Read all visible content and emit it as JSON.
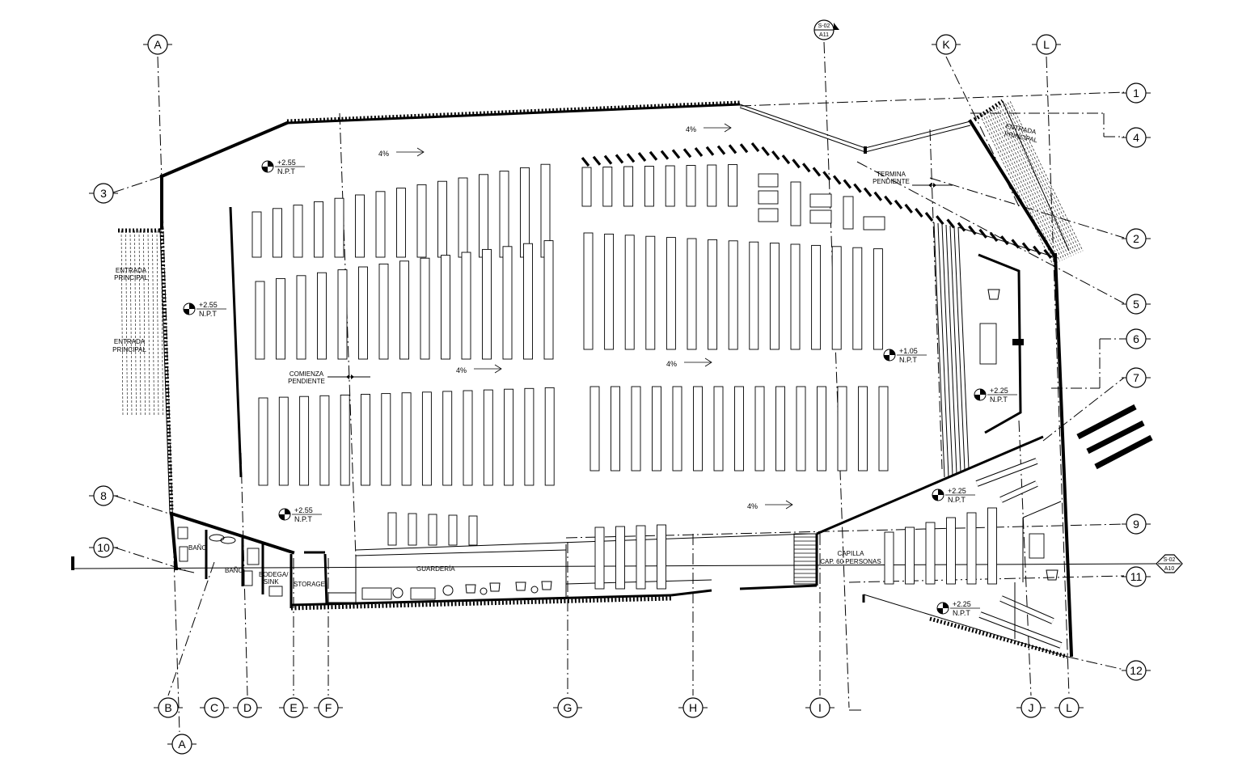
{
  "colors": {
    "ink": "#000000",
    "paper": "#ffffff"
  },
  "axes": {
    "top": [
      "A",
      "K",
      "L"
    ],
    "bottom": [
      "B",
      "C",
      "D",
      "E",
      "F",
      "G",
      "H",
      "I",
      "J",
      "L",
      "A"
    ],
    "right": [
      "1",
      "4",
      "2",
      "5",
      "6",
      "7",
      "9",
      "11",
      "12"
    ],
    "left": [
      "3",
      "8",
      "10"
    ]
  },
  "section_markers": [
    {
      "id": "top",
      "top": "S-02",
      "bottom": "A11"
    },
    {
      "id": "right",
      "top": "S-02",
      "bottom": "A10"
    }
  ],
  "levels": [
    {
      "id": "nw",
      "value": "+2.55",
      "ref": "N.P.T"
    },
    {
      "id": "w",
      "value": "+2.55",
      "ref": "N.P.T"
    },
    {
      "id": "sw",
      "value": "+2.55",
      "ref": "N.P.T"
    },
    {
      "id": "center",
      "value": "+1.05",
      "ref": "N.P.T"
    },
    {
      "id": "altar",
      "value": "+2.25",
      "ref": "N.P.T"
    },
    {
      "id": "chapel_top",
      "value": "+2.25",
      "ref": "N.P.T"
    },
    {
      "id": "chapel_bottom",
      "value": "+2.25",
      "ref": "N.P.T"
    }
  ],
  "slopes": [
    "4%",
    "4%",
    "4%",
    "4%",
    "4%"
  ],
  "rooms": {
    "bano": "BAÑO",
    "bano2": "BAÑO",
    "bodega": [
      "BODEGA/",
      "SINK"
    ],
    "storage": "STORAGE",
    "guarderia": "GUARDERÍA",
    "capilla": [
      "CAPILLA",
      "CAP. 60 PERSONAS"
    ]
  },
  "entrances": {
    "west_top": [
      "ENTRADA",
      "PRINCIPAL"
    ],
    "west_bottom": [
      "ENTRADA",
      "PRINCIPAL"
    ],
    "northeast": [
      "ENTRADA",
      "PRINCIPAL"
    ]
  },
  "notes": {
    "comienza": [
      "COMIENZA",
      "PENDIENTE"
    ],
    "termina": [
      "TERMINA",
      "PENDIENTE"
    ]
  }
}
